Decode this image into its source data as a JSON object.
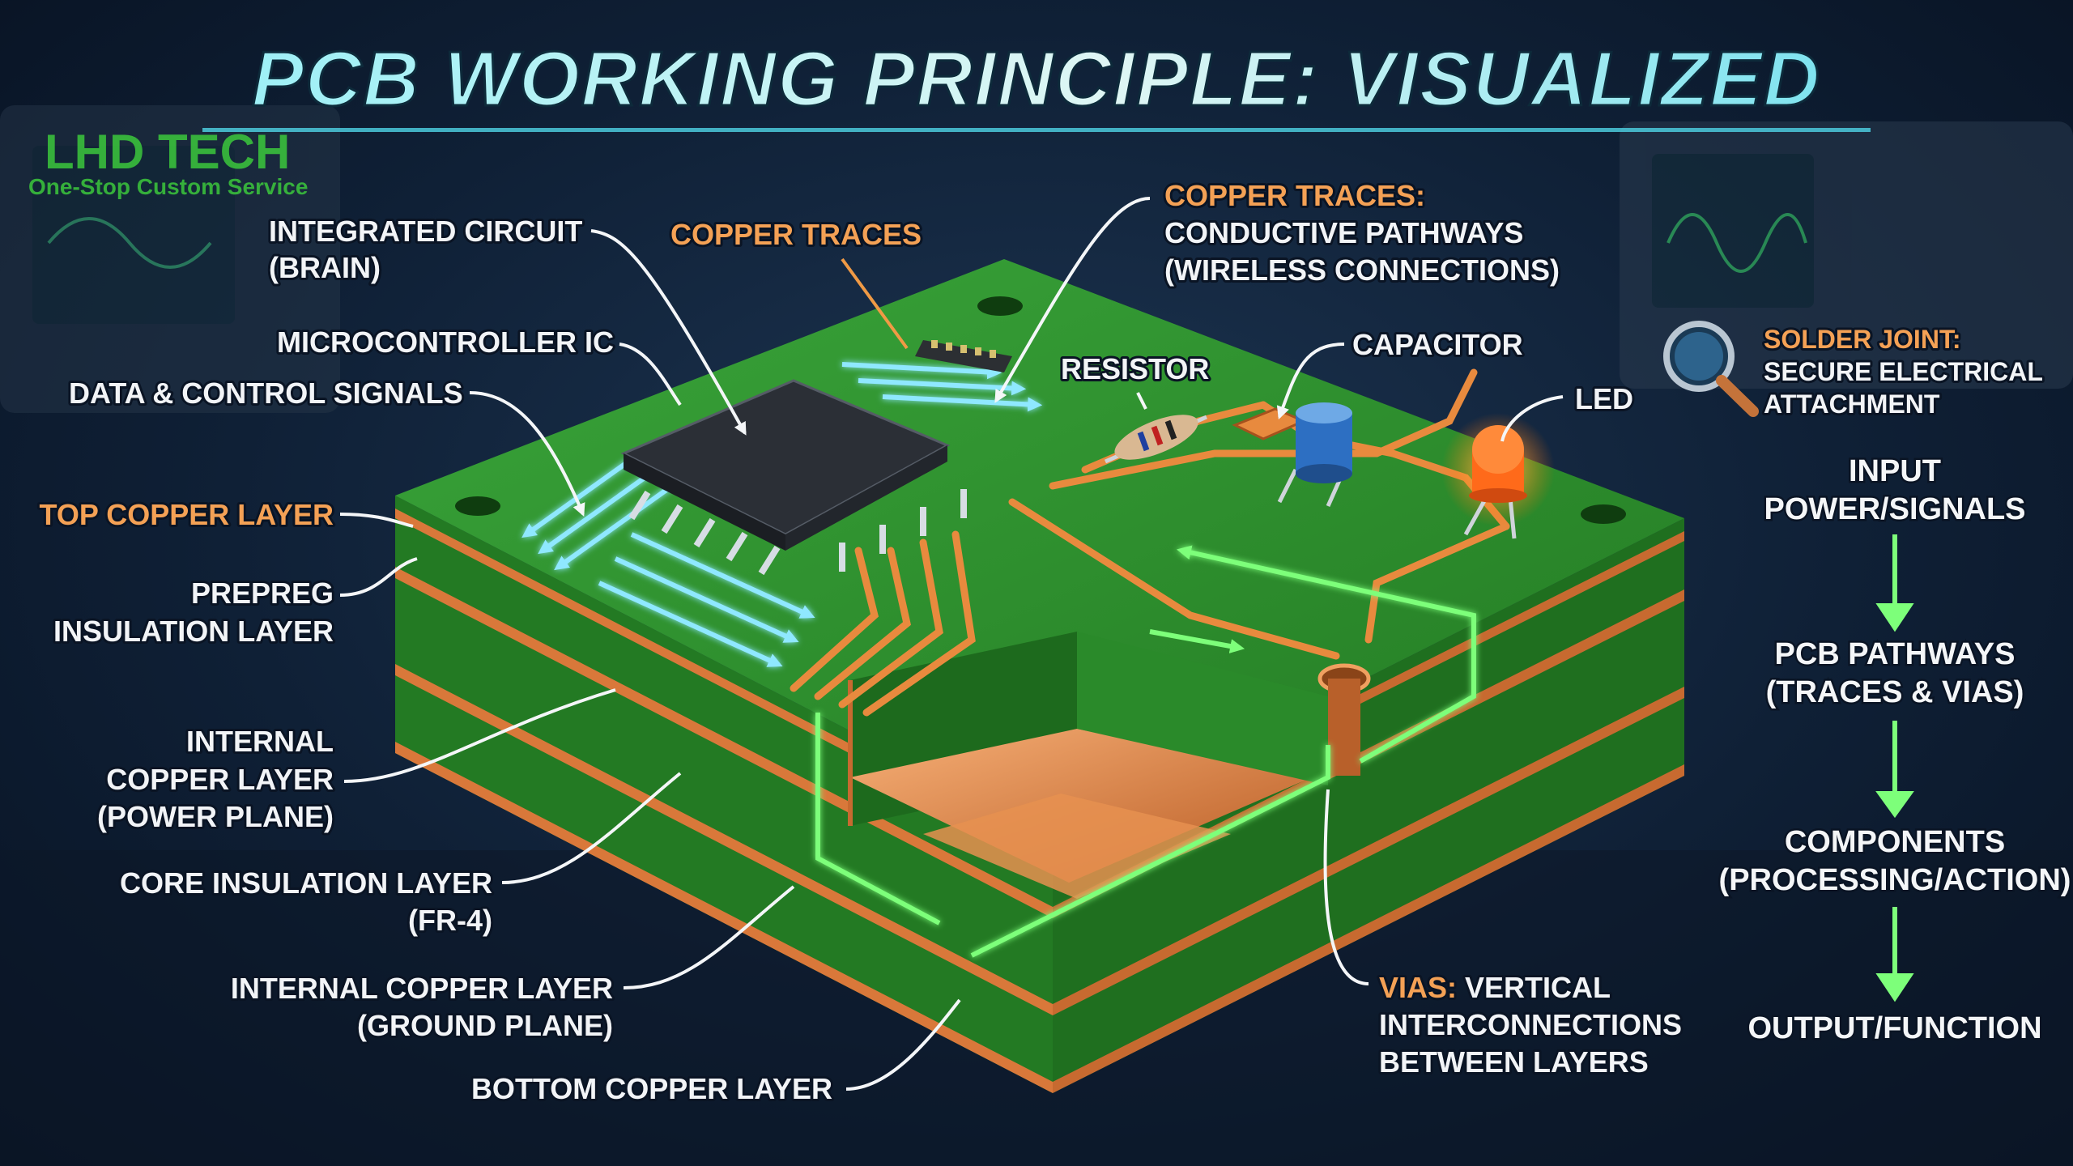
{
  "title": "PCB WORKING PRINCIPLE: VISUALIZED",
  "brand": {
    "name": "LHD TECH",
    "tagline": "One-Stop Custom Service"
  },
  "labels": {
    "integrated_circuit": [
      "INTEGRATED CIRCUIT",
      "(BRAIN)"
    ],
    "copper_traces_top": "COPPER TRACES",
    "copper_traces_desc": [
      "COPPER TRACES:",
      "CONDUCTIVE PATHWAYS",
      "(WIRELESS CONNECTIONS)"
    ],
    "microcontroller": "MICROCONTROLLER IC",
    "data_control": "DATA & CONTROL SIGNALS",
    "resistor": "RESISTOR",
    "capacitor": "CAPACITOR",
    "led": "LED",
    "solder_joint": [
      "SOLDER JOINT:",
      "SECURE ELECTRICAL",
      "ATTACHMENT"
    ],
    "top_copper": "TOP COPPER LAYER",
    "prepreg": [
      "PREPREG",
      "INSULATION LAYER"
    ],
    "internal_power": [
      "INTERNAL",
      "COPPER LAYER",
      "(POWER PLANE)"
    ],
    "core_insulation": [
      "CORE INSULATION LAYER",
      "(FR-4)"
    ],
    "internal_ground": [
      "INTERNAL COPPER LAYER",
      "(GROUND PLANE)"
    ],
    "bottom_copper": "BOTTOM COPPER LAYER",
    "vias": [
      "VIAS:",
      "VERTICAL",
      "INTERCONNECTIONS",
      "BETWEEN LAYERS"
    ]
  },
  "flow": [
    [
      "INPUT",
      "POWER/SIGNALS"
    ],
    [
      "PCB PATHWAYS",
      "(TRACES & VIAS)"
    ],
    [
      "COMPONENTS",
      "(PROCESSING/ACTION)"
    ],
    [
      "OUTPUT/FUNCTION"
    ]
  ],
  "icons": {
    "magnifier": "magnifier-icon"
  },
  "colors": {
    "board_green": "#2e8b2e",
    "copper": "#d9783a",
    "signal_blue": "#5fd4ff",
    "signal_green": "#7dff7a",
    "title_cyan": "#8fe6f0",
    "label_orange": "#f4a155"
  }
}
